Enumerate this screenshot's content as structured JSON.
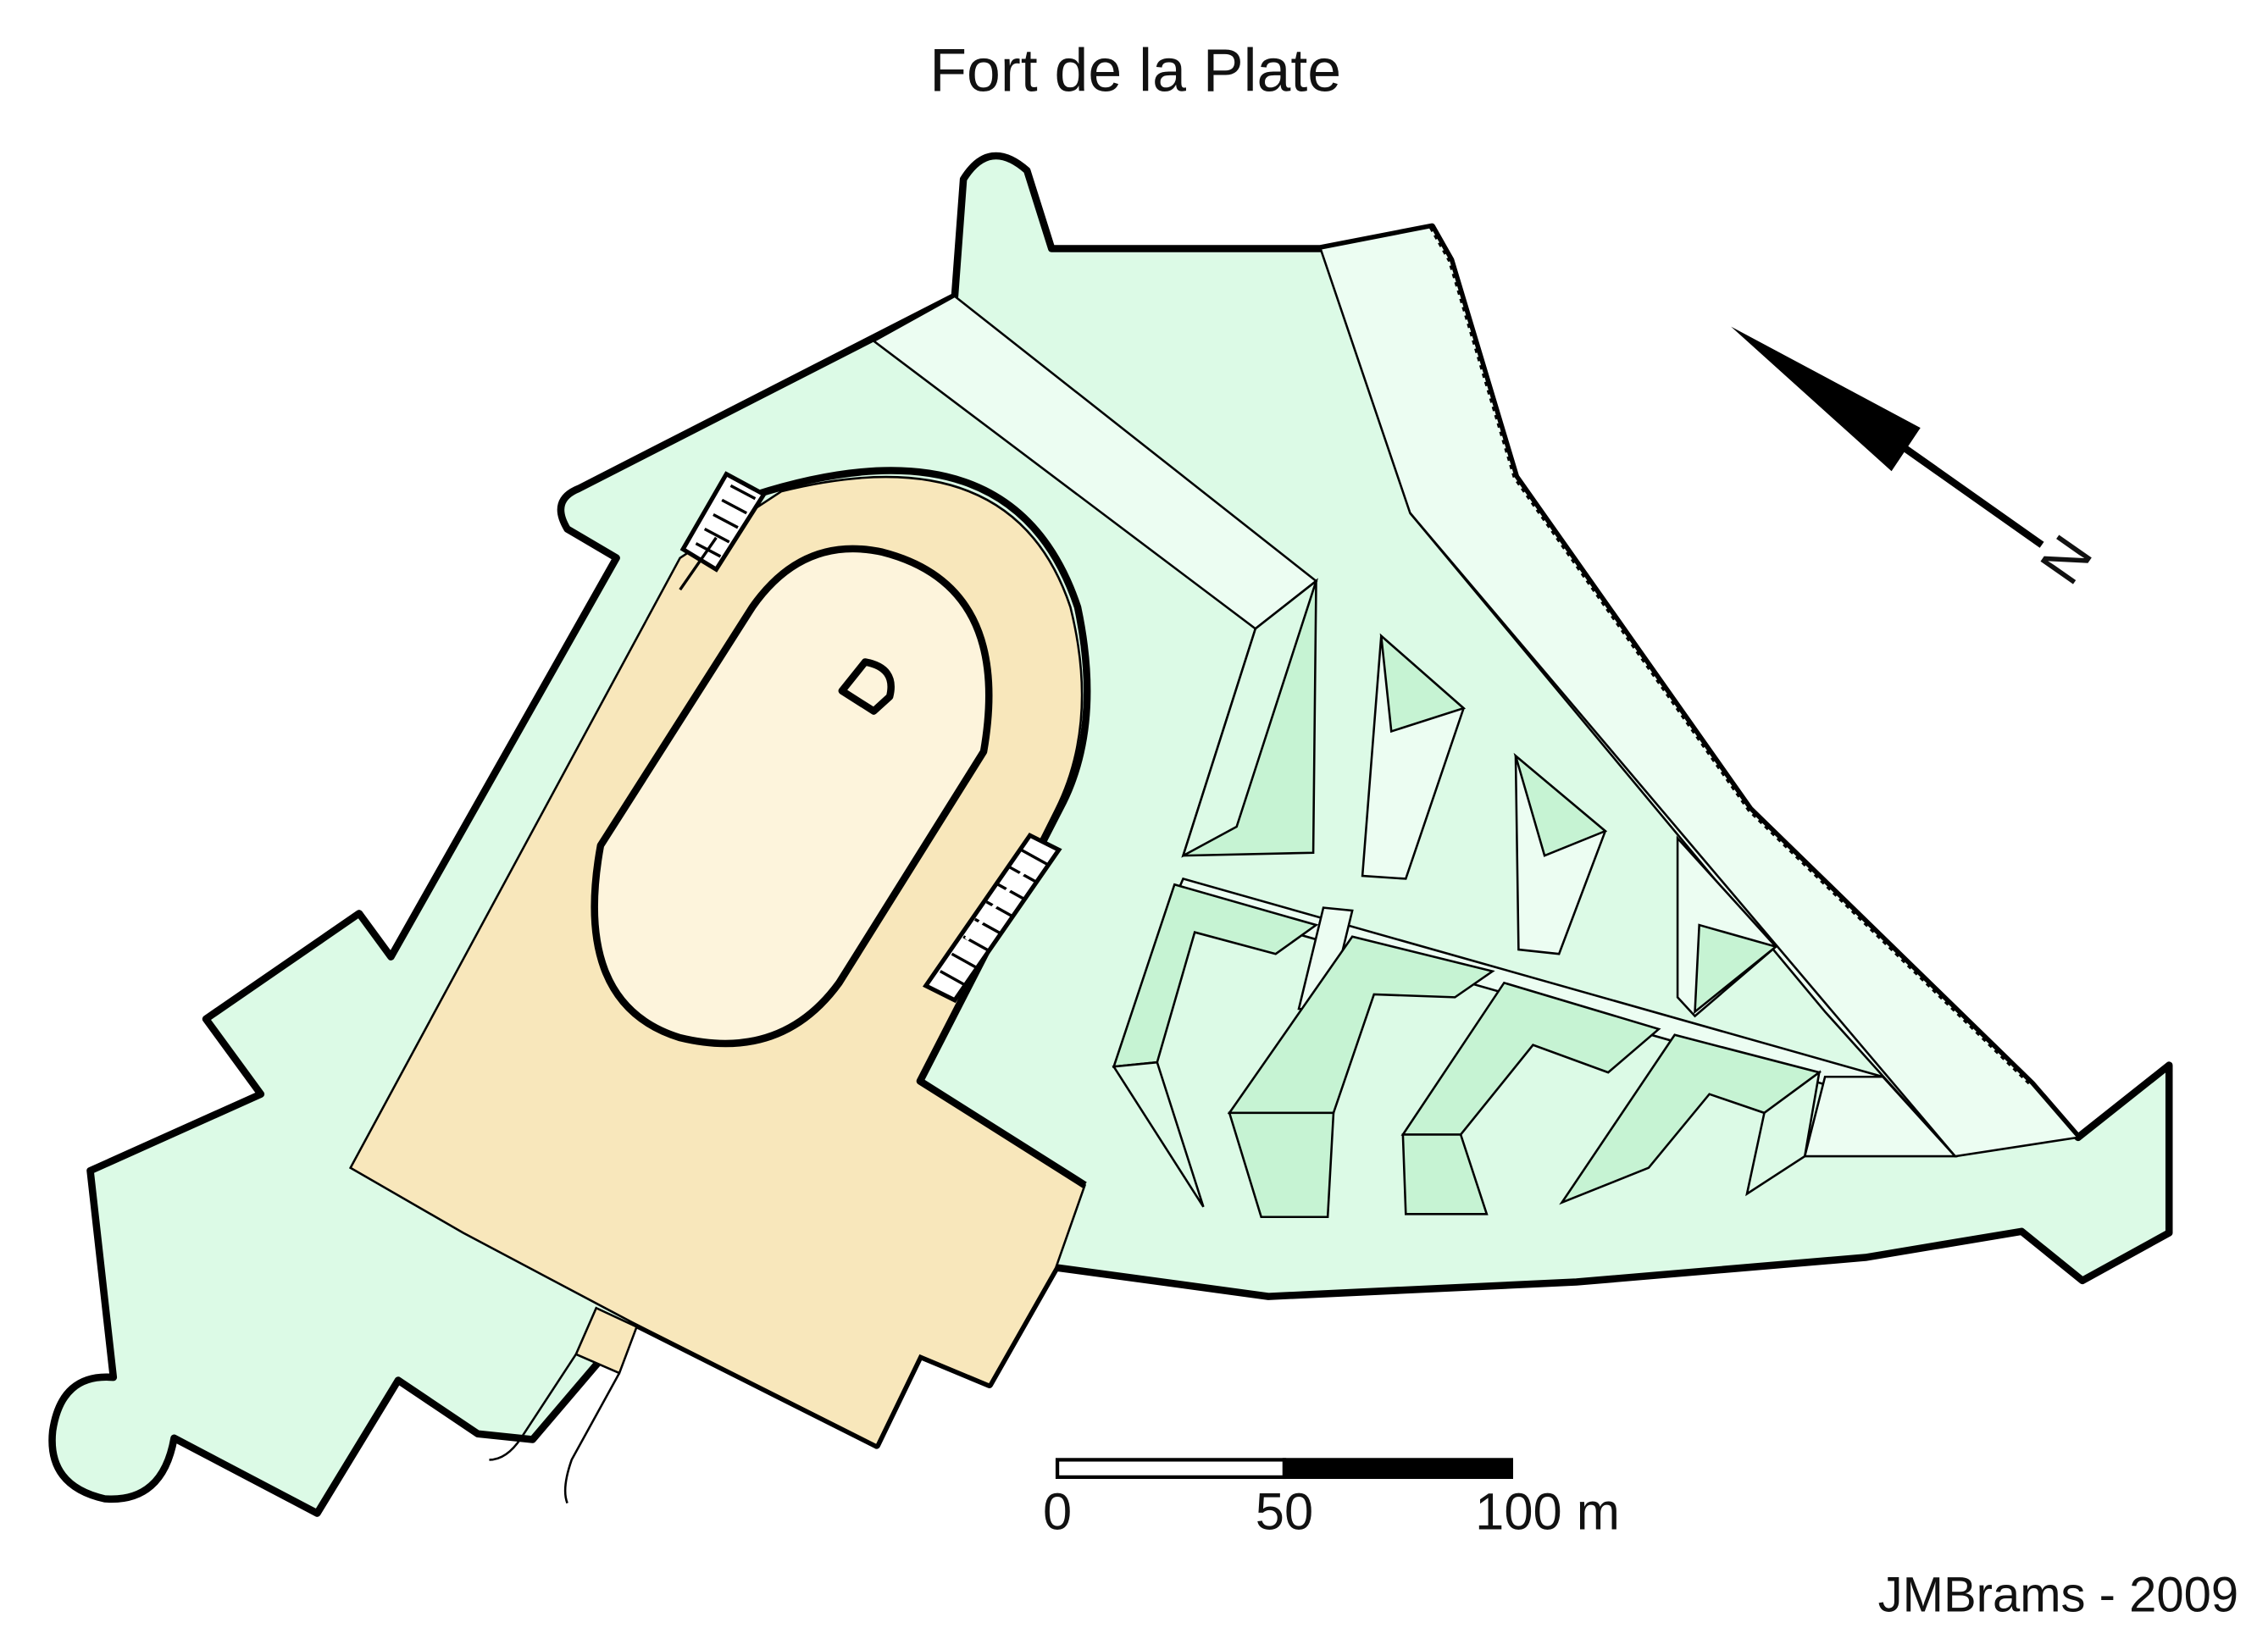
{
  "title": "Fort de la Plate",
  "north_label": "N",
  "scale_bar": {
    "labels": [
      "0",
      "50",
      "100 m"
    ],
    "ticks_m": [
      0,
      50,
      100
    ]
  },
  "credit": "JMBrams - 2009",
  "colors": {
    "outer_rampart": "#dcfae6",
    "glacis_strip": "#ecfdf2",
    "bastion_face": "#c6f3d3",
    "keep_court": "#f8e7bb",
    "keep_inner": "#fdf4dc",
    "outline": "#000000"
  },
  "icons": [
    "north-arrow-icon",
    "stairs-icon",
    "d-shaped-tower-icon"
  ]
}
